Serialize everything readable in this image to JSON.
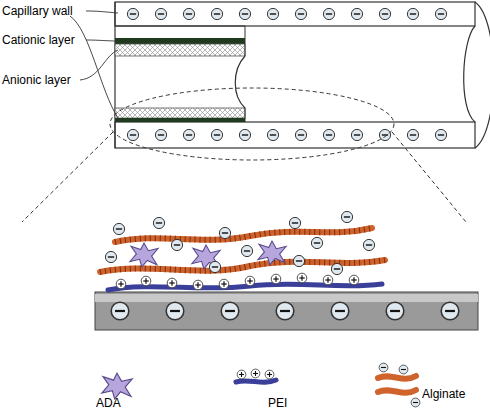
{
  "diagram": {
    "labels": [
      "Capillary wall",
      "Cationic layer",
      "Anionic layer"
    ],
    "legend": [
      {
        "text": "ADA"
      },
      {
        "text": "PEI"
      },
      {
        "text": "Alginate"
      }
    ]
  }
}
